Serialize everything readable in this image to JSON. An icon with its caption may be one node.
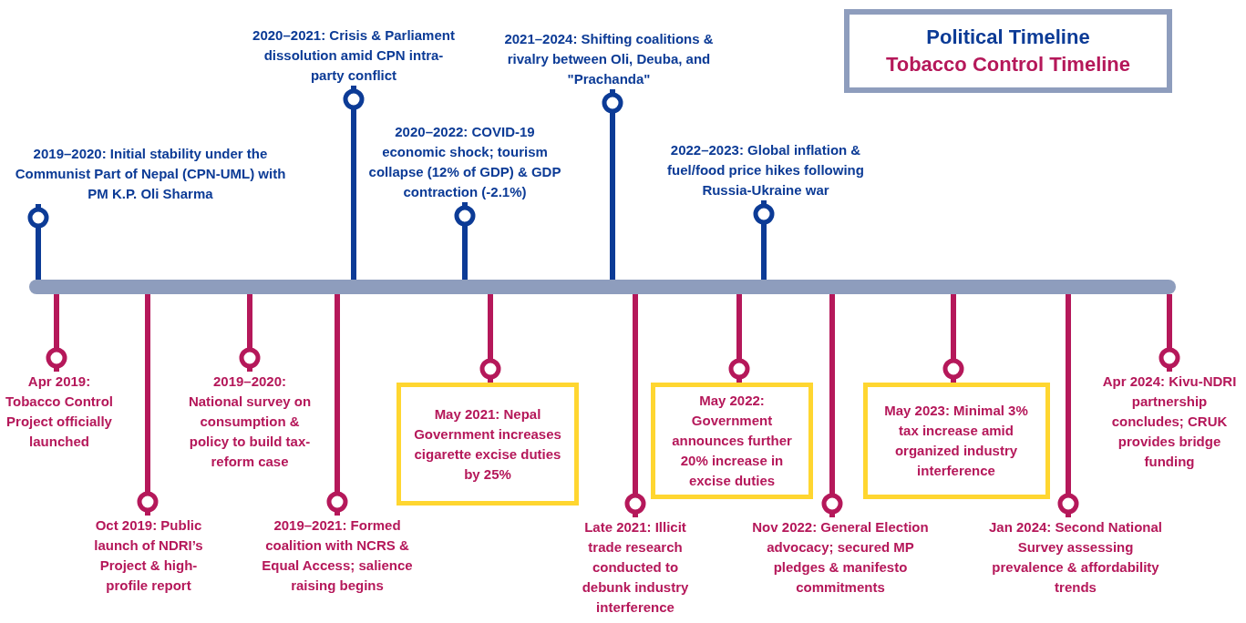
{
  "diagram": {
    "nodes": [
      {
        "text": [],
        "shape": "bar"
      },
      {
        "text": [
          "2019–2020: Initial stability under the Communist Part of Nepal (CPN-UML) with PM K.P. Oli Sharma"
        ]
      },
      {
        "text": [
          "2020–2021: Crisis & Parliament dissolution amid CPN intra-party conflict"
        ]
      },
      {
        "text": [
          "2020–2022: COVID-19 economic shock; tourism collapse (12% of GDP) & GDP contraction (-2.1%)"
        ]
      },
      {
        "text": [
          "2021–2024: Shifting coalitions & rivalry between Oli, Deuba, and \"Prachanda\""
        ]
      },
      {
        "text": [
          "2022–2023: Global inflation & fuel/food price hikes following Russia-Ukraine war"
        ]
      },
      {
        "text": [
          "Apr 2019: Tobacco Control Project officially launched"
        ]
      },
      {
        "text": [
          "Oct 2019: Public launch of NDRI’s Project & high-profile report"
        ]
      },
      {
        "text": [
          "2019–2020: National survey on consumption & policy to build tax-reform case"
        ]
      },
      {
        "text": [
          "2019–2021: Formed coalition with NCRS & Equal Access; salience raising begins"
        ]
      },
      {
        "text": [
          "May 2021: Nepal Government increases cigarette excise duties by 25%"
        ]
      },
      {
        "text": [
          "Late 2021: Illicit trade research conducted to debunk industry interference"
        ]
      },
      {
        "text": [
          "May 2022: Government announces further 20% increase in excise duties"
        ]
      },
      {
        "text": [
          "Nov 2022: General Election advocacy; secured MP pledges & manifesto commitments"
        ]
      },
      {
        "text": [
          "May 2023: Minimal 3% tax increase amid organized industry interference"
        ]
      },
      {
        "text": [
          "Jan 2024: Second National Survey assessing prevalence & affordability trends"
        ]
      },
      {
        "text": [
          "Apr 2024: Kivu-NDRI partnership concludes; CRUK provides bridge funding"
        ]
      }
    ],
    "edges": [
      {
        "from": 0,
        "to": 1,
        "arrow": "other",
        "color": "#0c3b96"
      },
      {
        "from": 0,
        "to": 2,
        "arrow": "other",
        "color": "#0c3b96"
      },
      {
        "from": 0,
        "to": 3,
        "arrow": "other",
        "color": "#0c3b96"
      },
      {
        "from": 0,
        "to": 4,
        "arrow": "other",
        "color": "#0c3b96"
      },
      {
        "from": 0,
        "to": 5,
        "arrow": "other",
        "color": "#0c3b96"
      },
      {
        "from": 0,
        "to": 6,
        "arrow": "other"
      },
      {
        "from": 0,
        "to": 7,
        "arrow": "other"
      },
      {
        "from": 0,
        "to": 8,
        "arrow": "other"
      },
      {
        "from": 0,
        "to": 9,
        "arrow": "other"
      },
      {
        "from": 0,
        "to": 10,
        "arrow": "other"
      },
      {
        "from": 0,
        "to": 11,
        "arrow": "other"
      },
      {
        "from": 0,
        "to": 12,
        "arrow": "other"
      },
      {
        "from": 0,
        "to": 13,
        "arrow": "other"
      },
      {
        "from": 0,
        "to": 14,
        "arrow": "other"
      },
      {
        "from": 0,
        "to": 15,
        "arrow": "other"
      },
      {
        "from": 0,
        "to": 16,
        "arrow": "other"
      }
    ],
    "legend": [
      {
        "text": "Political Timeline",
        "color": "#0c3b96"
      },
      {
        "text": "Tobacco Control Timeline",
        "color": "#b5185a"
      }
    ]
  }
}
